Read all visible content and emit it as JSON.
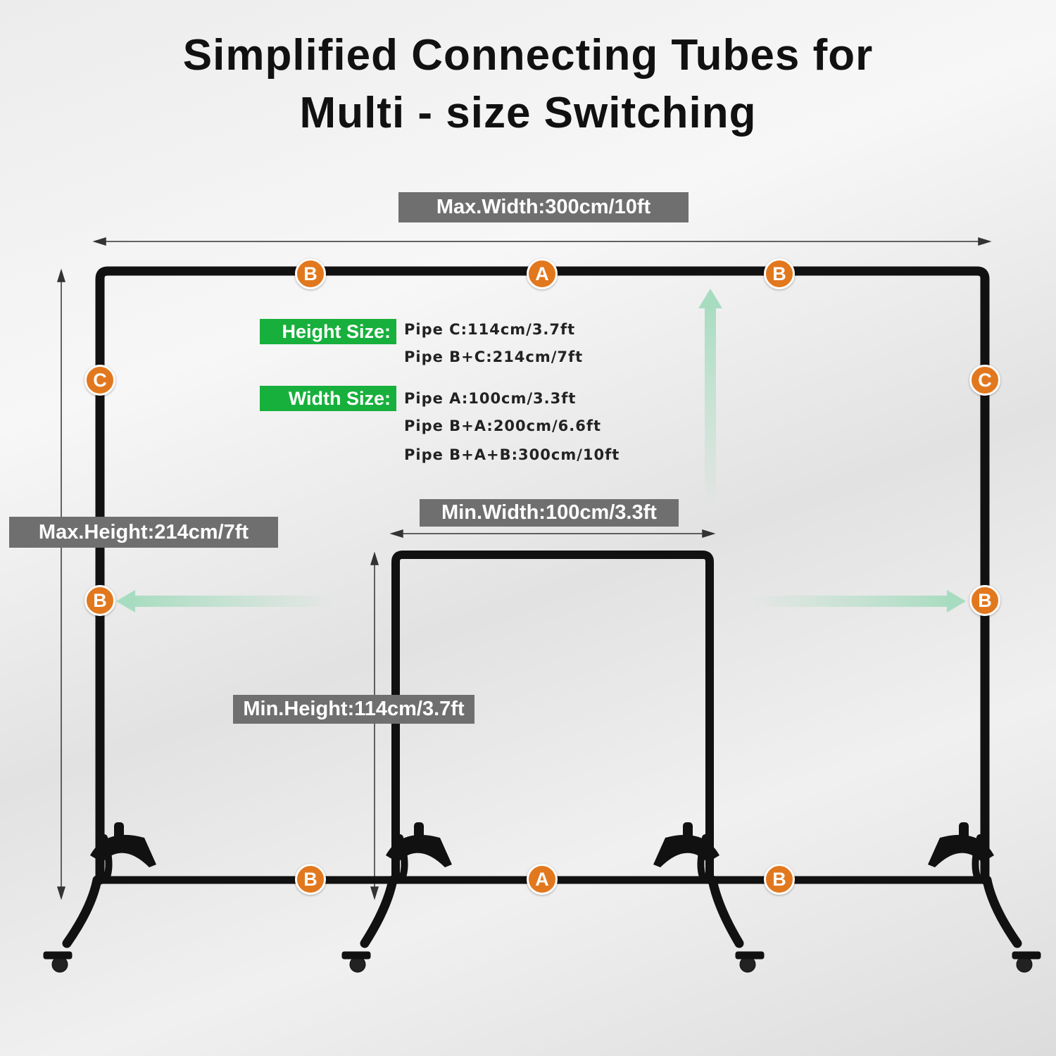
{
  "title": {
    "line1": "Simplified Connecting Tubes for",
    "line2": "Multi - size Switching"
  },
  "dimensions": {
    "max_width": "Max.Width:300cm/10ft",
    "max_height": "Max.Height:214cm/7ft",
    "min_width": "Min.Width:100cm/3.3ft",
    "min_height": "Min.Height:114cm/3.7ft"
  },
  "specs": {
    "height_label": "Height Size:",
    "height_items": [
      "Pipe C:114cm/3.7ft",
      "Pipe B+C:214cm/7ft"
    ],
    "width_label": "Width Size:",
    "width_items": [
      "Pipe A:100cm/3.3ft",
      "Pipe B+A:200cm/6.6ft",
      "Pipe B+A+B:300cm/10ft"
    ]
  },
  "badges": {
    "top_left": "B",
    "top_center": "A",
    "top_right": "B",
    "left_upper": "C",
    "right_upper": "C",
    "left_lower": "B",
    "right_lower": "B",
    "bottom_left": "B",
    "bottom_center": "A",
    "bottom_right": "B"
  },
  "colors": {
    "badge": "#e2781e",
    "tag": "#17b03c",
    "dim_label": "#6f6f6f",
    "arrow": "#a8dcc0",
    "frame": "#111111"
  }
}
